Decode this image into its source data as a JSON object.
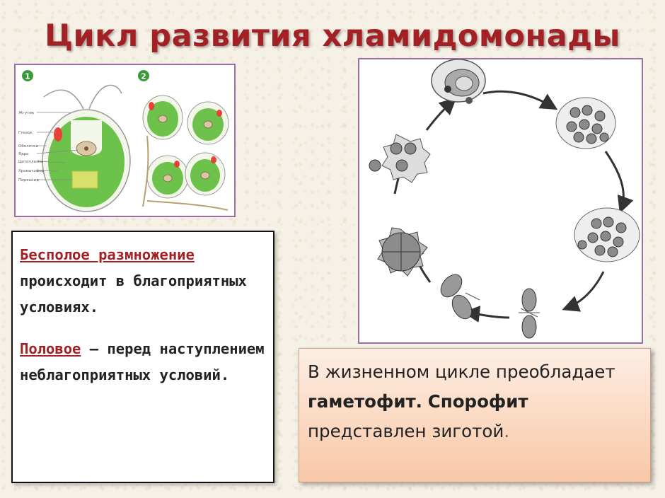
{
  "title": "Цикл развития хламидомонады",
  "figure_left": {
    "marker1": "1",
    "marker2": "2",
    "labels": [
      "Жгутик",
      "Глазок",
      "Оболочка",
      "Ядро",
      "Цитоплазма",
      "Хроматофор",
      "Пиреноид"
    ]
  },
  "left_box": {
    "asexual_term": "Бесполое размножение",
    "asexual_rest": "происходит в благоприятных условиях.",
    "sexual_term": "Половое",
    "sexual_rest": "– перед наступлением неблагоприятных условий."
  },
  "right_box": {
    "part1": "В жизненном цикле преобладает",
    "gametophyte": "гаметофит.",
    "sporophyte": "Спорофит",
    "part2": "представлен зиготой",
    "period": "."
  },
  "colors": {
    "title": "#a32024",
    "panel_border": "#9b6fa6",
    "cell_green": "#6cc24a",
    "eyespot": "#e8413a"
  }
}
